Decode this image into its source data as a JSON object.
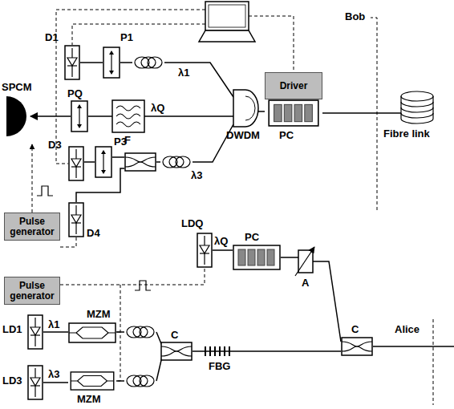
{
  "diagram": {
    "nodes": [
      {
        "text": [
          "Driver"
        ]
      },
      {
        "text": [
          "Pulse generator"
        ]
      },
      {
        "text": [
          "Pulse generator"
        ]
      }
    ],
    "labels": [
      "Bob",
      "D1",
      "P1",
      "λ1",
      "SPCM",
      "PQ",
      "F",
      "λQ",
      "DWDM",
      "PC",
      "Fibre link",
      "D3",
      "P3",
      "λ3",
      "D4",
      "LDQ",
      "λQ",
      "PC",
      "A",
      "Alice",
      "LD1",
      "λ1",
      "MZM",
      "C",
      "FBG",
      "C",
      "LD3",
      "λ3",
      "MZM"
    ]
  }
}
